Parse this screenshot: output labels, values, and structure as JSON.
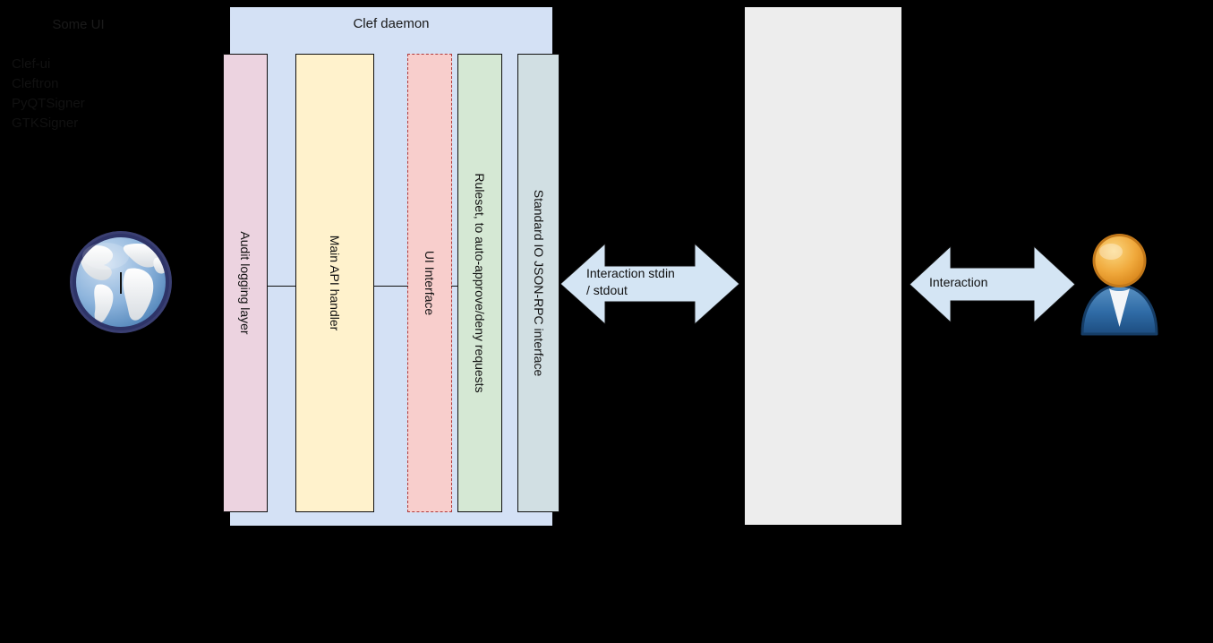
{
  "diagram": {
    "clef": {
      "title": "Clef daemon",
      "columns": [
        {
          "label": "Audit logging layer",
          "color": "#ecd3e0",
          "border": "solid"
        },
        {
          "label": "Main API handler",
          "color": "#fff2cc",
          "border": "solid"
        },
        {
          "label": "UI Interface",
          "color": "#f8cecc",
          "border": "dashed"
        },
        {
          "label": "Ruleset, to auto-approve/deny requests",
          "color": "#d5e8d4",
          "border": "solid"
        },
        {
          "label": "Standard IO JSON-RPC interface",
          "color": "#d1dfe3",
          "border": "solid"
        }
      ],
      "background": "#d4e1f5"
    },
    "some_ui": {
      "title": "Some UI",
      "background": "#ededed",
      "items": [
        "Clef-ui",
        "Cleftron",
        "PyQTSigner",
        "GTKSigner"
      ]
    },
    "arrows": [
      {
        "label": "Interaction stdin\n/ stdout",
        "line1": "Interaction stdin",
        "line2": "/ stdout",
        "color": "#d4e5f4"
      },
      {
        "label": "Interaction",
        "line1": "Interaction",
        "line2": "",
        "color": "#d4e5f4"
      }
    ],
    "icons": {
      "globe": "globe-icon",
      "user": "user-icon"
    }
  }
}
